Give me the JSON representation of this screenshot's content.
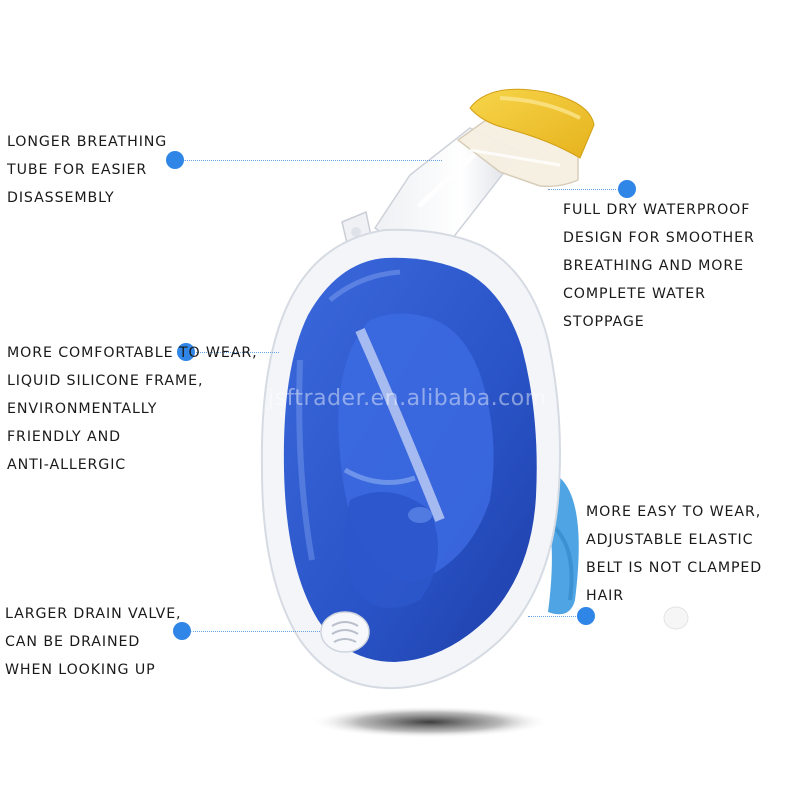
{
  "colors": {
    "accent_dot": "#2f86e6",
    "leader_line": "#6aa2e0",
    "mask_blue": "#2d5bd0",
    "frame_white": "#f4f6fa",
    "tube_yellow": "#f3c930"
  },
  "watermark": "jsftrader.en.alibaba.com",
  "callouts": [
    {
      "id": "breathing-tube",
      "lines": [
        "LONGER BREATHING",
        "TUBE FOR EASIER",
        "DISASSEMBLY"
      ]
    },
    {
      "id": "dry-top",
      "lines": [
        "FULL DRY WATERPROOF",
        "DESIGN FOR SMOOTHER",
        "BREATHING AND MORE",
        "COMPLETE WATER",
        "STOPPAGE"
      ]
    },
    {
      "id": "silicone-frame",
      "lines": [
        "MORE COMFORTABLE TO WEAR,",
        "LIQUID SILICONE FRAME,",
        "ENVIRONMENTALLY",
        "FRIENDLY AND",
        "ANTI-ALLERGIC"
      ]
    },
    {
      "id": "elastic-belt",
      "lines": [
        "MORE EASY TO WEAR,",
        "ADJUSTABLE ELASTIC",
        "BELT IS NOT CLAMPED",
        "HAIR"
      ]
    },
    {
      "id": "drain-valve",
      "lines": [
        "LARGER DRAIN VALVE,",
        "CAN BE DRAINED",
        "WHEN LOOKING UP"
      ]
    }
  ],
  "icons": [
    "snorkel-mask-illustration",
    "callout-dot"
  ]
}
